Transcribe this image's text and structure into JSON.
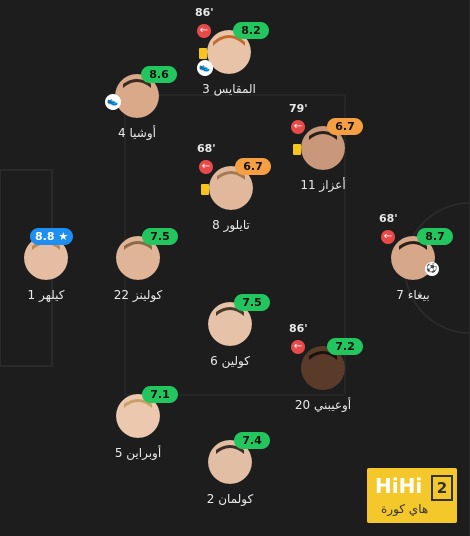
{
  "players": {
    "p3": {
      "name": "المقايس 3",
      "rating": "8.2",
      "sub_time": "86'"
    },
    "p4": {
      "name": "أوشيا 4",
      "rating": "8.6"
    },
    "p11": {
      "name": "أعزاز 11",
      "rating": "6.7",
      "sub_time": "79'"
    },
    "p8": {
      "name": "تايلور 8",
      "rating": "6.7",
      "sub_time": "68'"
    },
    "p1": {
      "name": "كيلهر 1",
      "rating": "8.8 ★"
    },
    "p22": {
      "name": "كولينز 22",
      "rating": "7.5"
    },
    "p7": {
      "name": "بيغاء 7",
      "rating": "8.7",
      "sub_time": "68'"
    },
    "p6": {
      "name": "كولين 6",
      "rating": "7.5"
    },
    "p20": {
      "name": "أوعيبني 20",
      "rating": "7.2",
      "sub_time": "86'"
    },
    "p5": {
      "name": "أوبراين 5",
      "rating": "7.1"
    },
    "p2": {
      "name": "كولمان 2",
      "rating": "7.4"
    }
  },
  "watermark": {
    "brand": "HiHi",
    "number": "2",
    "subtitle": "هاي كورة"
  },
  "colors": {
    "background": "#1d1d1d",
    "rating_green": "#22c55e",
    "rating_orange": "#f59e42",
    "rating_blue": "#1e8ff0",
    "sub_red": "#e84a4a",
    "card_yellow": "#f5c518",
    "logo": "#f4c72b"
  },
  "icons": [
    "substitution-icon",
    "yellow-card-icon",
    "football-icon",
    "boot-icon",
    "star-icon"
  ]
}
